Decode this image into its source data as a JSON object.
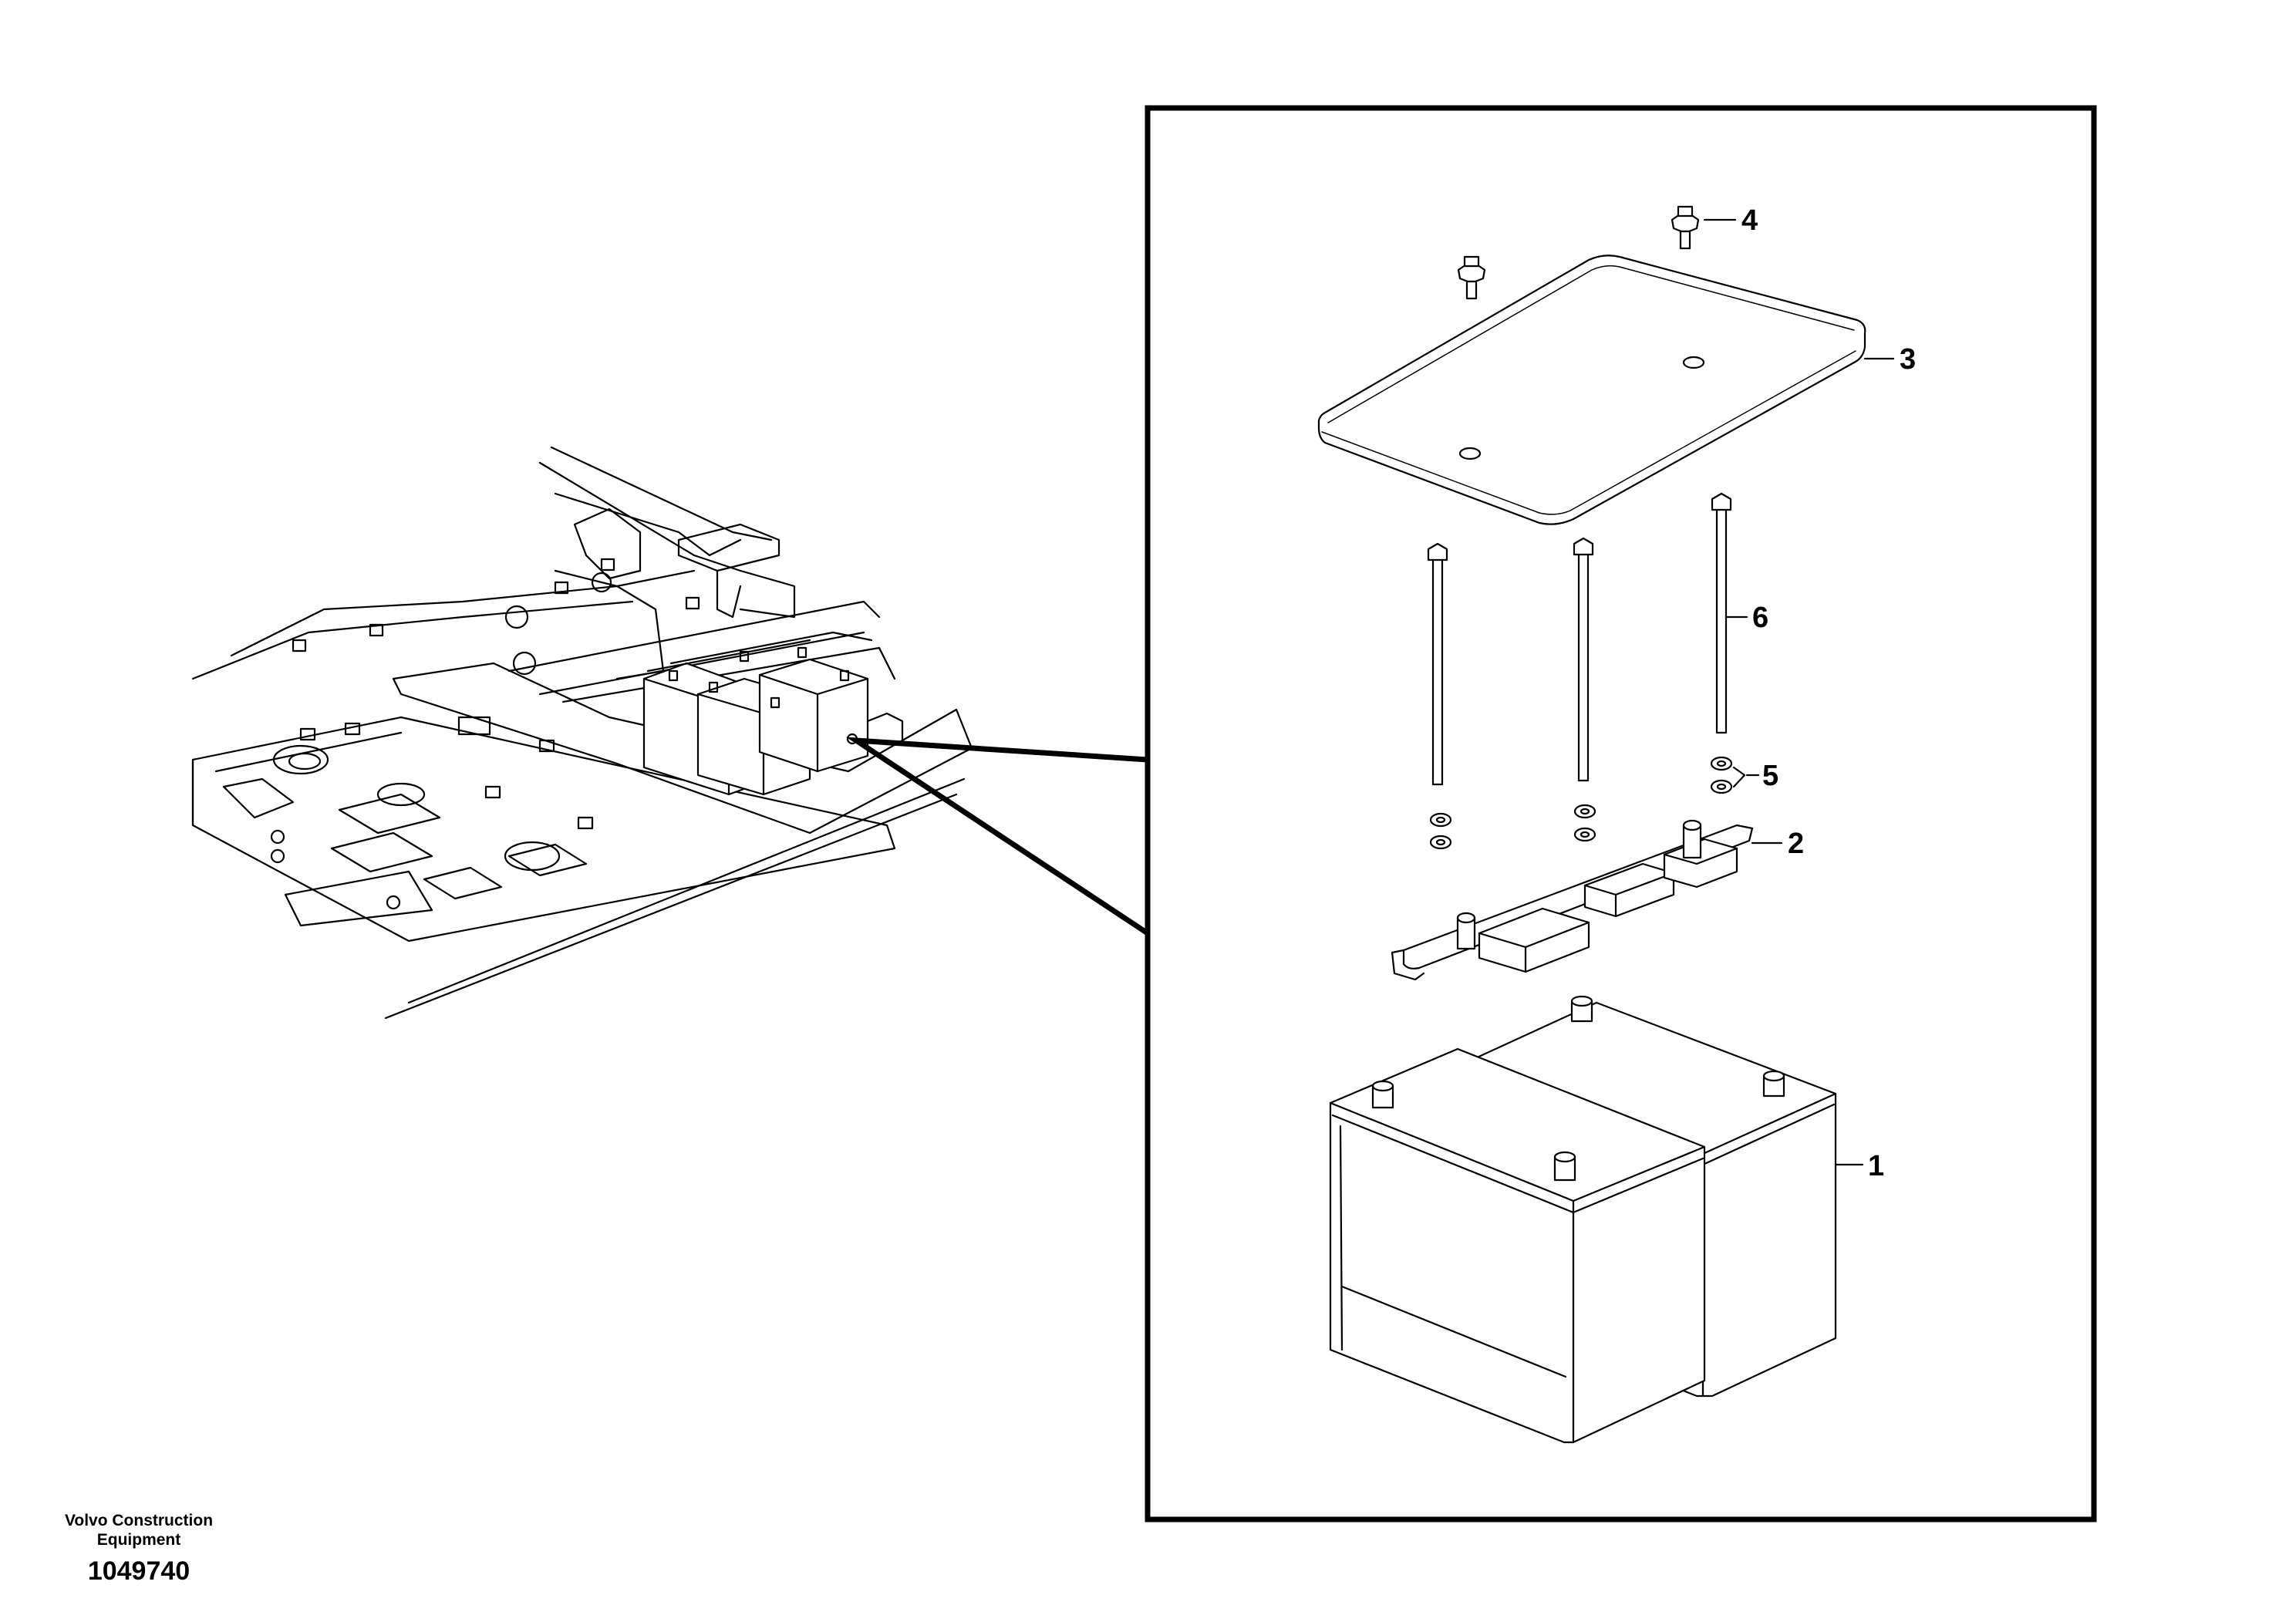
{
  "publisher": {
    "line1": "Volvo Construction",
    "line2": "Equipment"
  },
  "drawing_number": "1049740",
  "callouts": {
    "c1": "1",
    "c2": "2",
    "c3": "3",
    "c4": "4",
    "c5": "5",
    "c6": "6"
  },
  "colors": {
    "ink": "#000000",
    "paper": "#ffffff"
  }
}
